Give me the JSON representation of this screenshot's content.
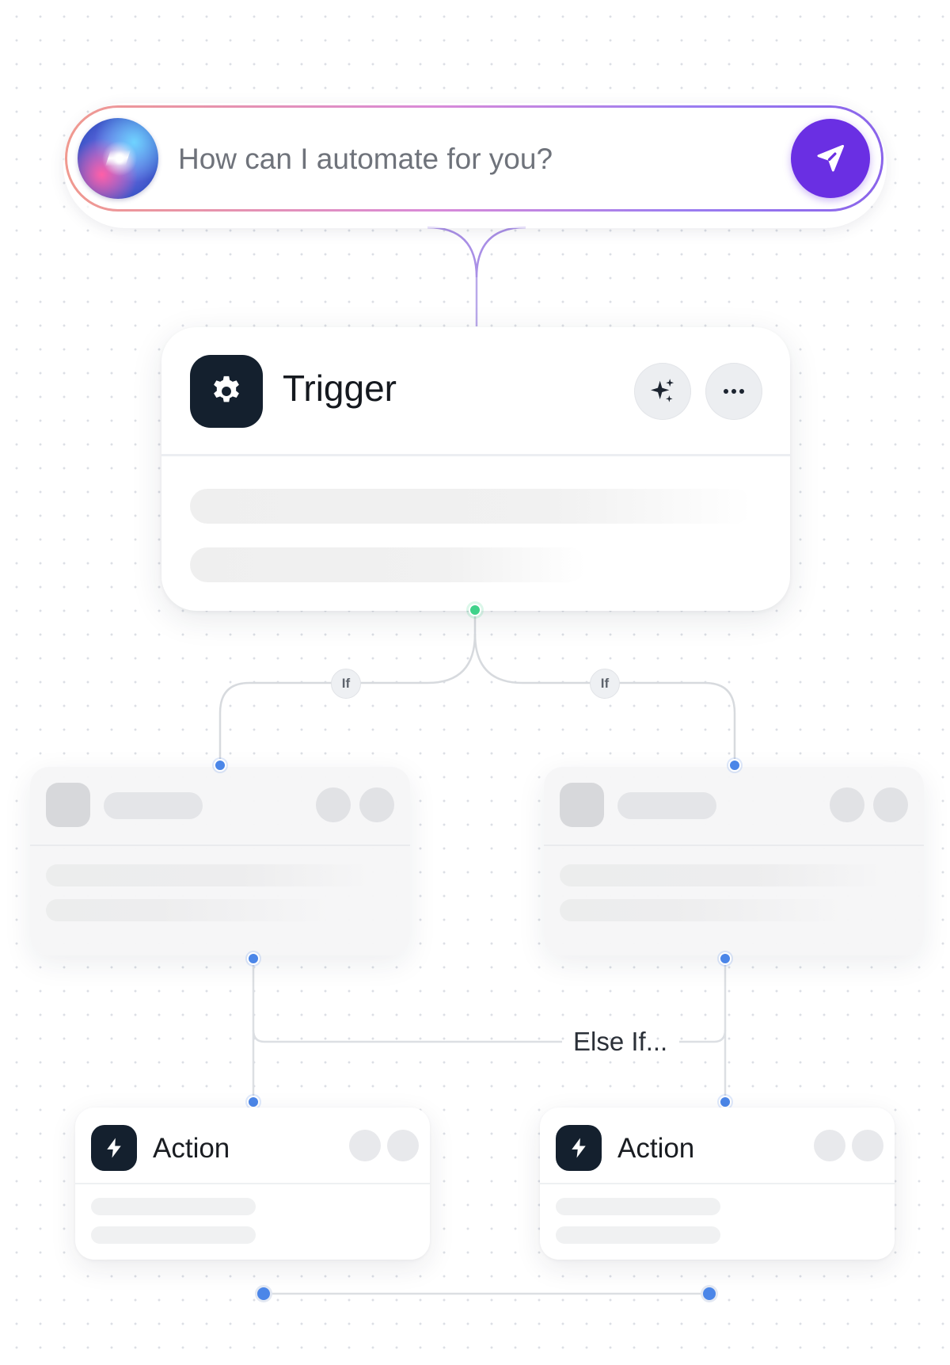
{
  "prompt": {
    "placeholder": "How can I automate for you?",
    "send_icon": "send-icon",
    "assistant_icon": "assistant-orb-icon"
  },
  "trigger": {
    "title": "Trigger",
    "icon": "gear-icon",
    "ai_button_icon": "sparkles-icon",
    "menu_button_icon": "more-icon"
  },
  "branches": {
    "left_label": "If",
    "right_label": "If",
    "else_label": "Else If..."
  },
  "actions": [
    {
      "title": "Action",
      "icon": "lightning-icon"
    },
    {
      "title": "Action",
      "icon": "lightning-icon"
    }
  ],
  "colors": {
    "accent": "#6a2fe3",
    "port_blue": "#4b86e8",
    "port_green": "#3fd28a",
    "icon_tile": "#14202e"
  }
}
